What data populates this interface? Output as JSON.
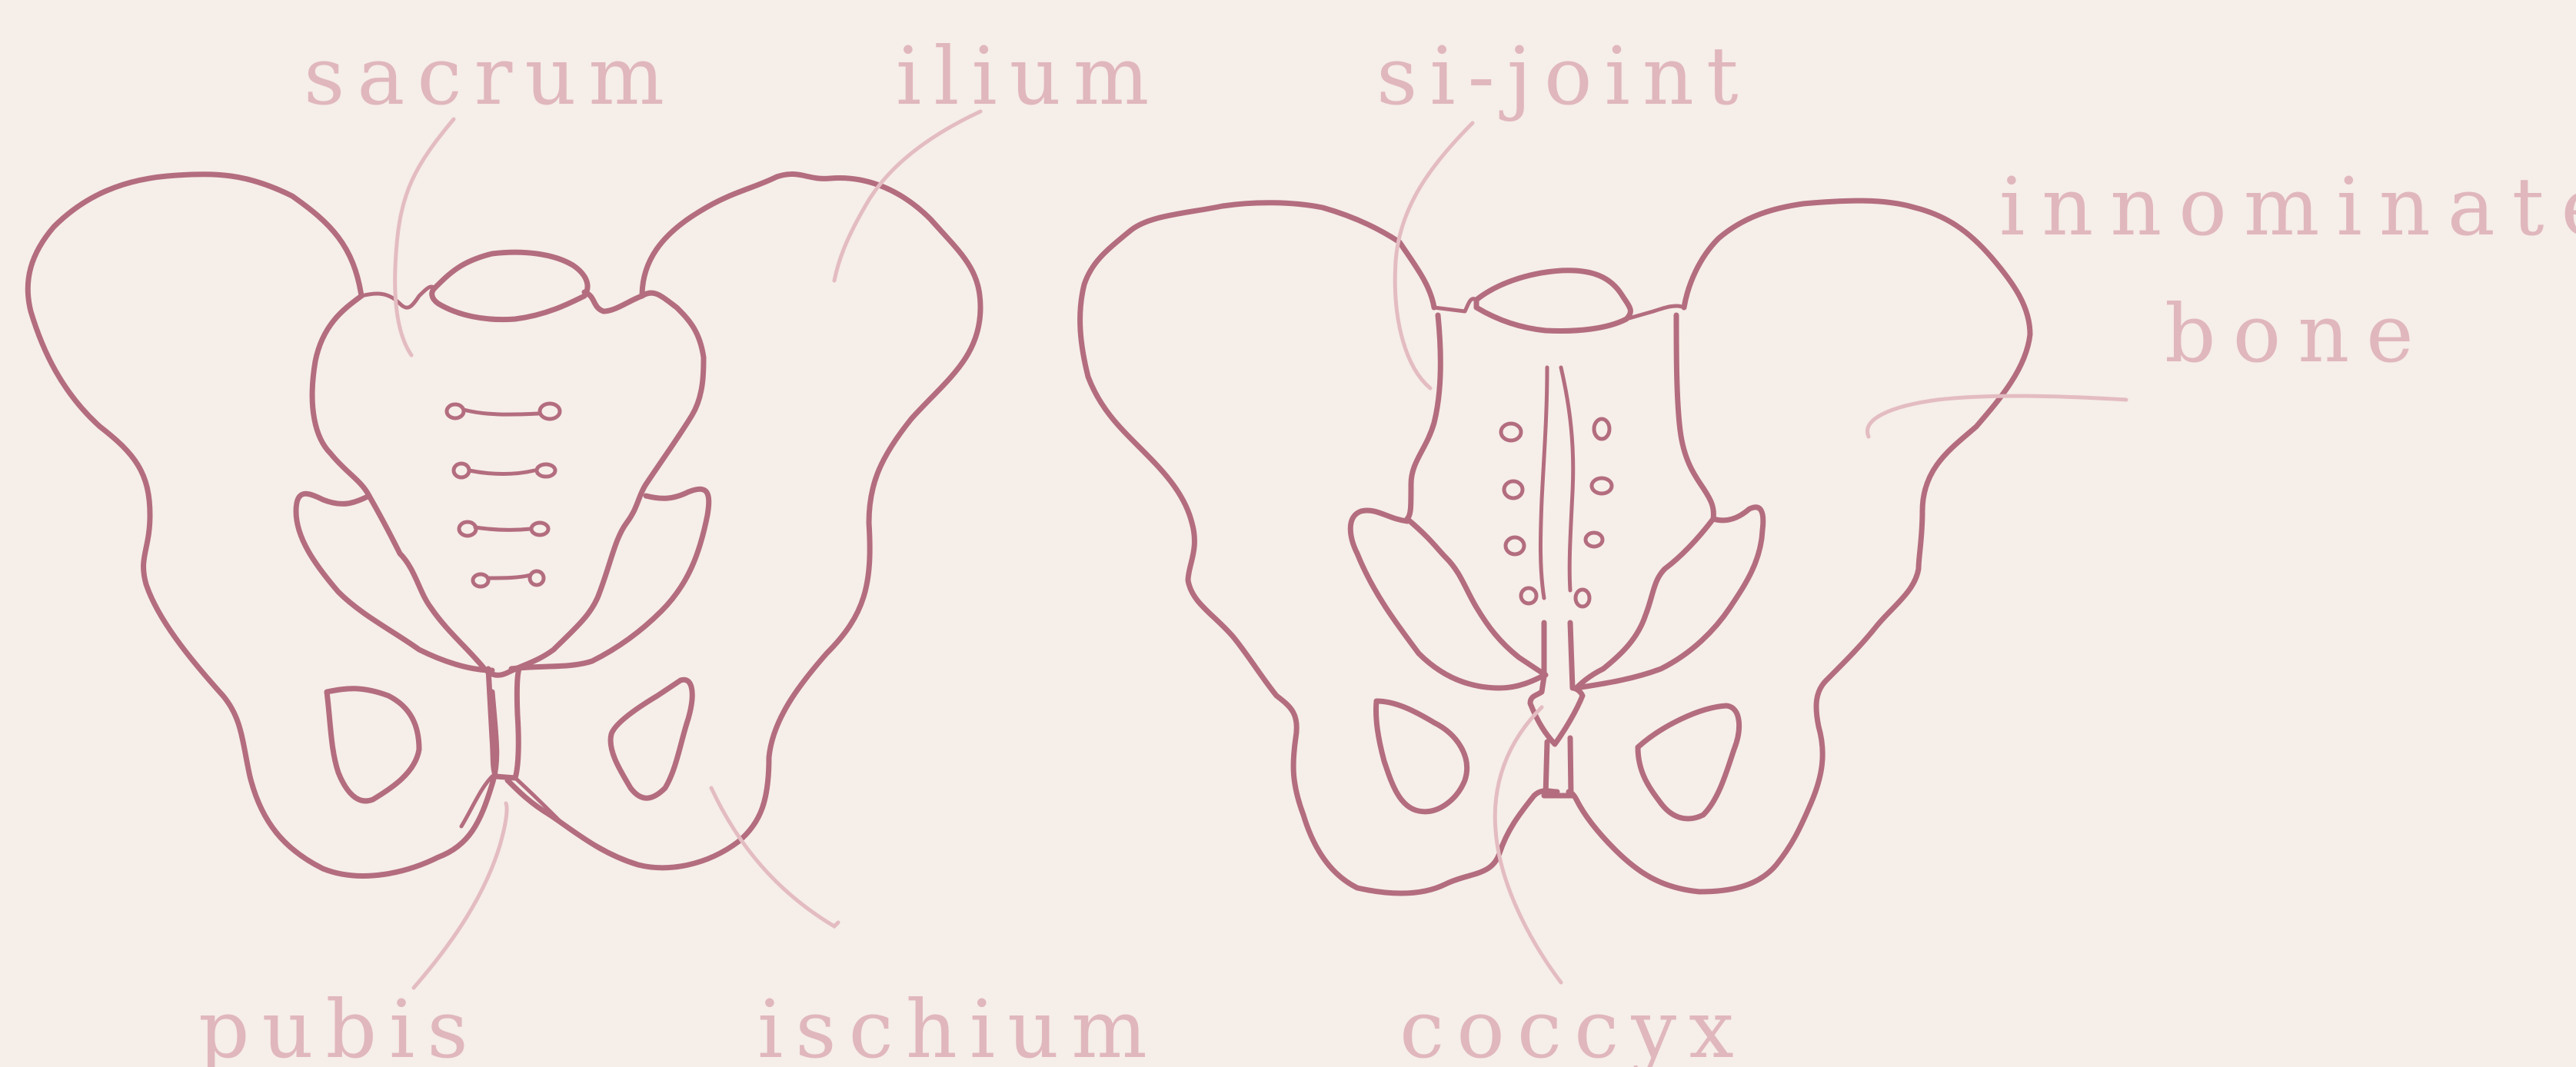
{
  "labels": {
    "sacrum": "sacrum",
    "ilium": "ilium",
    "si_joint": "si-joint",
    "innominate_line1": "innominate",
    "innominate_line2": "bone",
    "pubis": "pubis",
    "ischium": "ischium",
    "coccyx": "coccyx"
  },
  "colors": {
    "background": "#f6eee8",
    "bone_outline": "#b36d7f",
    "label_text": "#e0b7bd",
    "leader_line": "#e3bcc1"
  }
}
